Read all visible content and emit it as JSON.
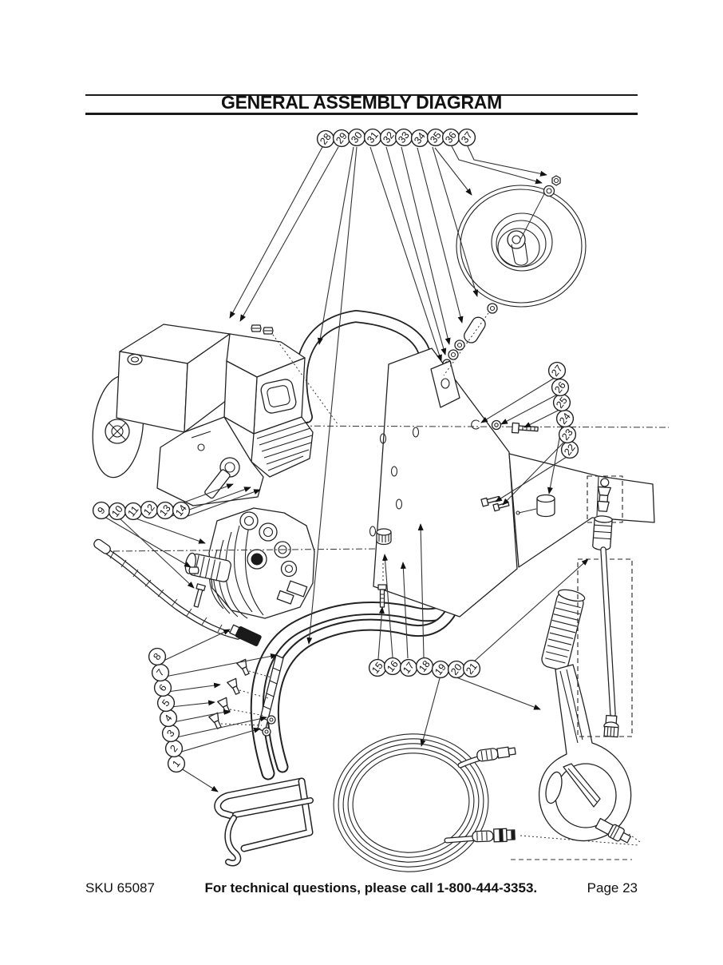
{
  "page": {
    "title": "GENERAL ASSEMBLY DIAGRAM",
    "footer": {
      "sku": "SKU 65087",
      "support": "For technical questions, please call 1-800-444-3353.",
      "page": "Page 23"
    }
  },
  "colors": {
    "ink": "#1a1a1a",
    "paper": "#ffffff"
  },
  "callouts": [
    "1",
    "2",
    "3",
    "4",
    "5",
    "6",
    "7",
    "8",
    "9",
    "10",
    "11",
    "12",
    "13",
    "14",
    "15",
    "16",
    "17",
    "18",
    "19",
    "20",
    "21",
    "22",
    "23",
    "24",
    "25",
    "26",
    "27",
    "28",
    "29",
    "30",
    "31",
    "32",
    "33",
    "34",
    "35",
    "36",
    "37"
  ]
}
